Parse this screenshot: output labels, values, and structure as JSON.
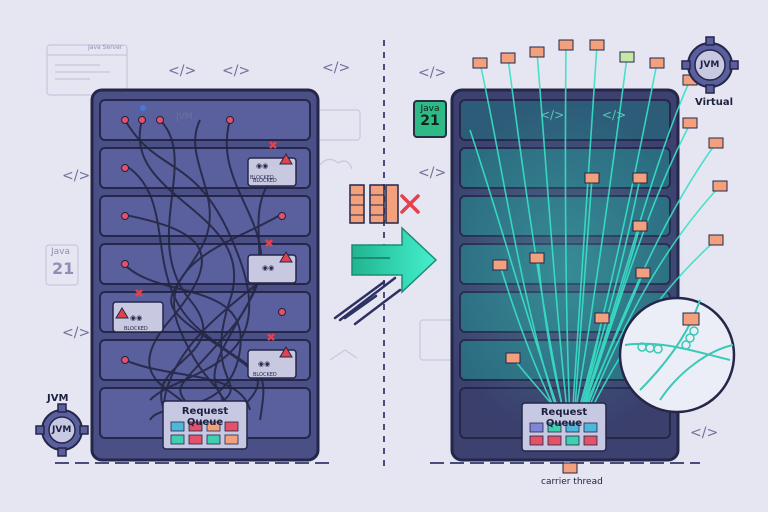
{
  "left": {
    "jvm_label": "JVM",
    "gear_label": "JVM",
    "server_label": "JVM",
    "queue_label": "Request Queue",
    "java_badge_top": "Java",
    "java_badge_num": "21",
    "blocked_text": "BLOCKED",
    "doc_title": "Java Server"
  },
  "right": {
    "java_badge_top": "Java",
    "java_badge_num": "21",
    "gear_label": "JVM",
    "virtual_label": "Virtual",
    "queue_label": "Request Queue",
    "carrier_label": "carrier thread"
  },
  "code_icon": "</>",
  "colors": {
    "background": "#e6e6f2",
    "server": "#4a4f86",
    "server_dark": "#2b2e55",
    "thread_left": "#2a2c4f",
    "thread_right": "#39e0c6",
    "arrow": "#2fd9b5",
    "envelope": "#f3a07d",
    "warning": "#e5414a"
  }
}
